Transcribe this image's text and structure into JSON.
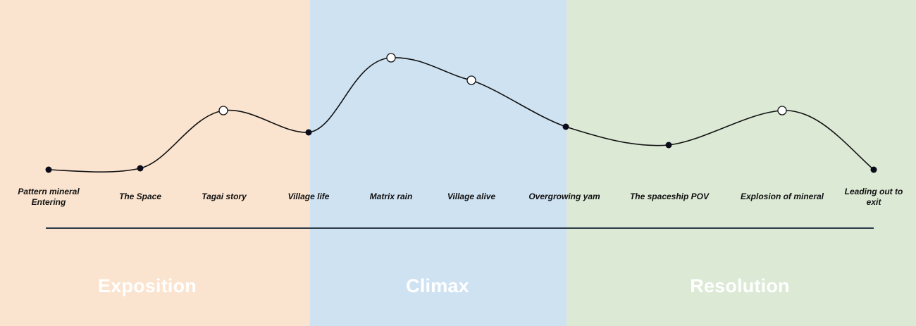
{
  "colors": {
    "exposition": "#fbe4cf",
    "climax": "#cfe2f2",
    "resolution": "#dbe9d5",
    "curve": "#111111",
    "baseline": "#2b3a48",
    "marker_fill_filled": "#0b0b1a",
    "marker_fill_hollow": "#ffffff"
  },
  "sections": [
    {
      "id": "exposition",
      "label": "Exposition"
    },
    {
      "id": "climax",
      "label": "Climax"
    },
    {
      "id": "resolution",
      "label": "Resolution"
    }
  ],
  "beats": [
    {
      "label": "Pattern mineral\nEntering",
      "marker": "filled"
    },
    {
      "label": "The Space",
      "marker": "filled"
    },
    {
      "label": "Tagai story",
      "marker": "hollow"
    },
    {
      "label": "Village life",
      "marker": "filled"
    },
    {
      "label": "Matrix rain",
      "marker": "hollow"
    },
    {
      "label": "Village alive",
      "marker": "hollow"
    },
    {
      "label": "Overgrowing yam",
      "marker": "filled"
    },
    {
      "label": "The spaceship POV",
      "marker": "filled"
    },
    {
      "label": "Explosion of mineral",
      "marker": "hollow"
    },
    {
      "label": "Leading out to\nexit",
      "marker": "filled"
    }
  ]
}
